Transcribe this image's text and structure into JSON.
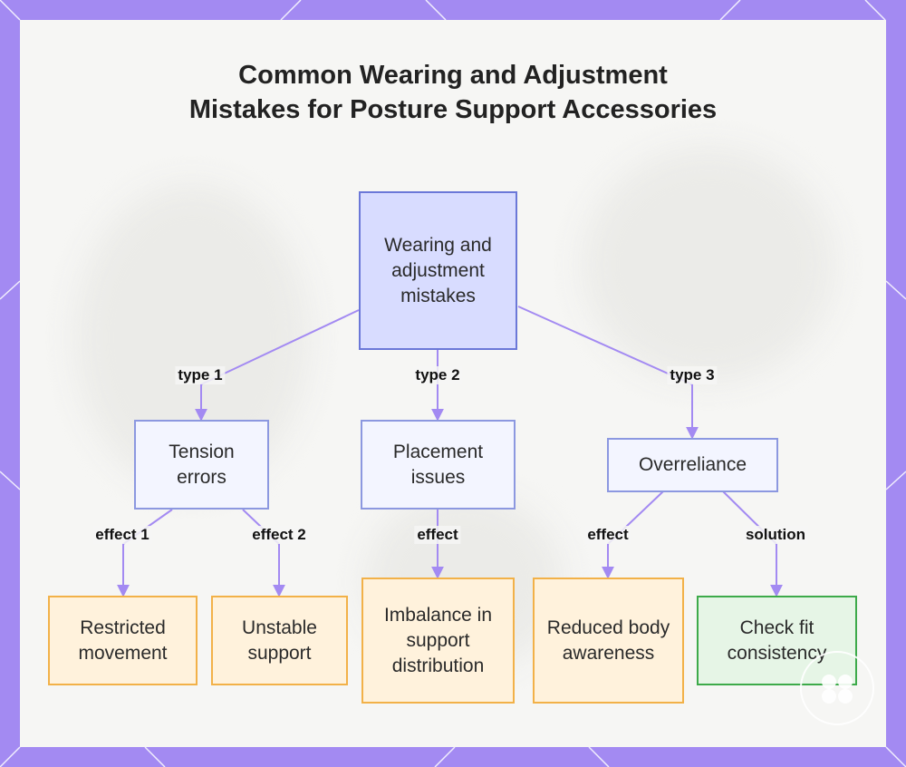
{
  "title": "Common Wearing and Adjustment Mistakes for Posture Support Accessories",
  "nodes": {
    "root": "Wearing and adjustment mistakes",
    "tension": "Tension errors",
    "placement": "Placement issues",
    "overreliance": "Overreliance",
    "restricted": "Restricted movement",
    "unstable": "Unstable support",
    "imbalance": "Imbalance in support distribution",
    "reduced": "Reduced body awareness",
    "check": "Check fit consistency"
  },
  "edge_labels": {
    "type1": "type 1",
    "type2": "type 2",
    "type3": "type 3",
    "effect1": "effect 1",
    "effect2": "effect 2",
    "effect": "effect",
    "effect_b": "effect",
    "solution": "solution"
  },
  "colors": {
    "frame": "#a38af2",
    "connector": "#a38af2",
    "root_fill": "#d8dcff",
    "type_fill": "#f3f5ff",
    "effect_fill": "#fff2dc",
    "effect_border": "#f2b148",
    "solution_fill": "#e6f5e6",
    "solution_border": "#3daa4a"
  }
}
